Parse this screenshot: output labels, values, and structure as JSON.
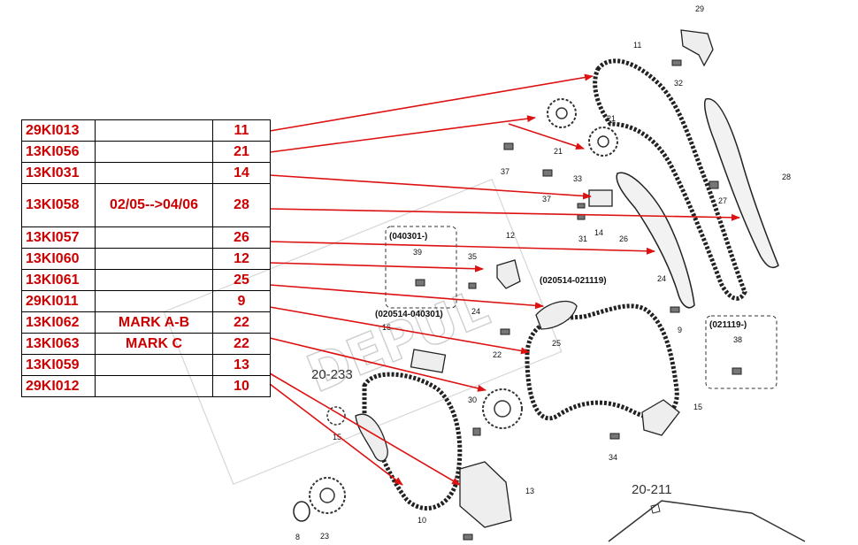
{
  "parts_table": [
    {
      "code": "29KI013",
      "note": "",
      "ref": "11"
    },
    {
      "code": "13KI056",
      "note": "",
      "ref": "21"
    },
    {
      "code": "13KI031",
      "note": "",
      "ref": "14"
    },
    {
      "code": "13KI058",
      "note": "02/05-->04/06",
      "ref": "28"
    },
    {
      "code": "13KI057",
      "note": "",
      "ref": "26"
    },
    {
      "code": "13KI060",
      "note": "",
      "ref": "12"
    },
    {
      "code": "13KI061",
      "note": "",
      "ref": "25"
    },
    {
      "code": "29KI011",
      "note": "",
      "ref": "9"
    },
    {
      "code": "13KI062",
      "note": "MARK A-B",
      "ref": "22"
    },
    {
      "code": "13KI063",
      "note": "MARK C",
      "ref": "22"
    },
    {
      "code": "13KI059",
      "note": "",
      "ref": "13"
    },
    {
      "code": "29KI012",
      "note": "",
      "ref": "10"
    }
  ],
  "diagram": {
    "part_labels": [
      "29",
      "11",
      "32",
      "21",
      "37",
      "21",
      "33",
      "37",
      "28",
      "27",
      "14",
      "31",
      "26",
      "12",
      "35",
      "39",
      "24",
      "9",
      "25",
      "24",
      "16",
      "22",
      "38",
      "15",
      "30",
      "15",
      "34",
      "13",
      "10",
      "8",
      "23"
    ],
    "variant_labels": [
      "(040301-)",
      "(020514-021119)",
      "(020514-040301)",
      "(021119-)"
    ],
    "section_refs": [
      "20-233",
      "20-211"
    ],
    "watermark": "DEPUL"
  },
  "colors": {
    "text_red": "#cc0000",
    "arrow_red": "#dd1111",
    "line": "#000000"
  }
}
